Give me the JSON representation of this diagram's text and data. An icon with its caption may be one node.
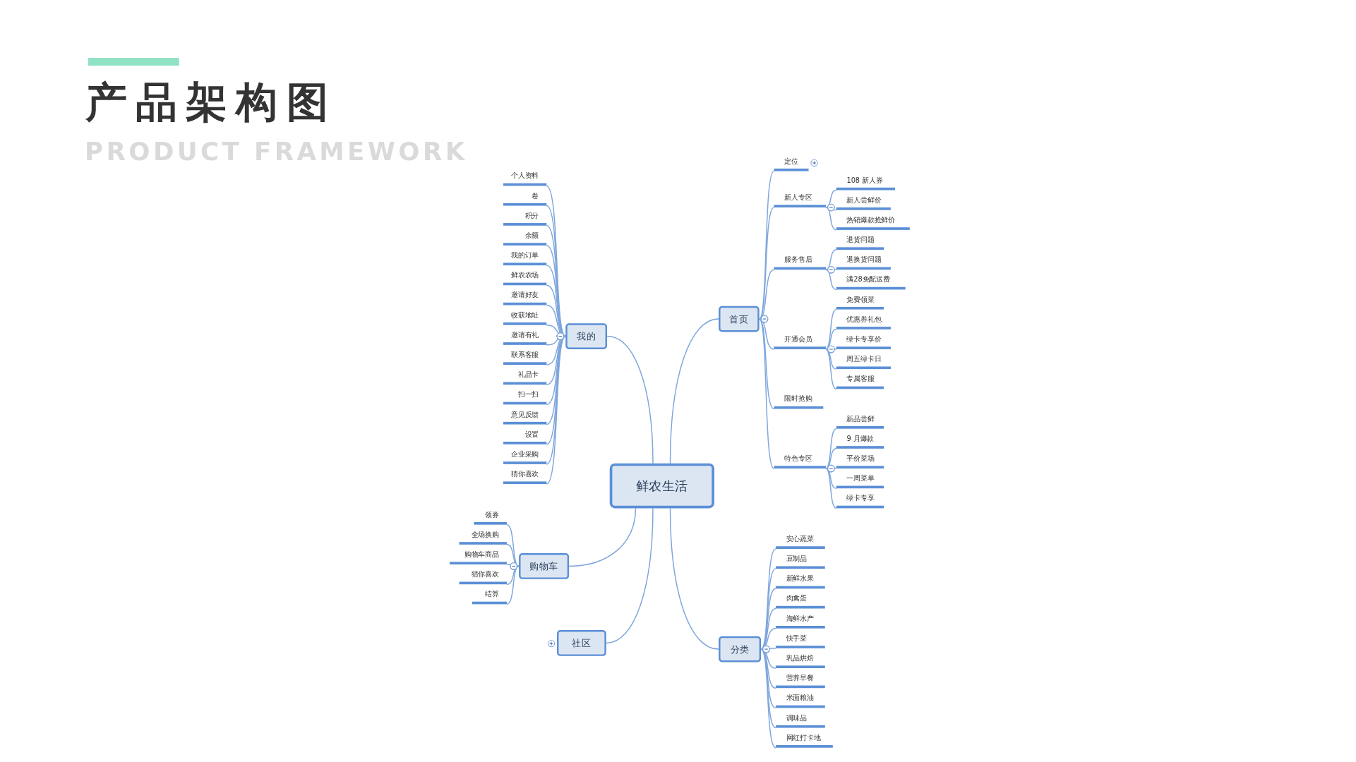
{
  "diagram": {
    "title": "产品架构图",
    "nodes": [
      {
        "text": [
          "鲜农生活"
        ]
      },
      {
        "text": [
          "我的"
        ]
      },
      {
        "text": [
          "个人资料"
        ]
      },
      {
        "text": [
          "卷"
        ]
      },
      {
        "text": [
          "积分"
        ]
      },
      {
        "text": [
          "余额"
        ]
      },
      {
        "text": [
          "我的订单"
        ]
      },
      {
        "text": [
          "鲜农农场"
        ]
      },
      {
        "text": [
          "邀请好友"
        ]
      },
      {
        "text": [
          "收获地址"
        ]
      },
      {
        "text": [
          "邀请有礼"
        ]
      },
      {
        "text": [
          "联系客服"
        ]
      },
      {
        "text": [
          "礼品卡"
        ]
      },
      {
        "text": [
          "扫一扫"
        ]
      },
      {
        "text": [
          "意见反馈"
        ]
      },
      {
        "text": [
          "设置"
        ]
      },
      {
        "text": [
          "企业采购"
        ]
      },
      {
        "text": [
          "猜你喜欢"
        ]
      },
      {
        "text": [
          "首页"
        ]
      },
      {
        "text": [
          "定位"
        ]
      },
      {
        "text": [
          "新人专区"
        ]
      },
      {
        "text": [
          "108 新人券"
        ]
      },
      {
        "text": [
          "新人尝鲜价"
        ]
      },
      {
        "text": [
          "热销爆款抢鲜价"
        ]
      },
      {
        "text": [
          "服务售后"
        ]
      },
      {
        "text": [
          "退货问题"
        ]
      },
      {
        "text": [
          "退换货问题"
        ]
      },
      {
        "text": [
          "满28免配送费"
        ]
      },
      {
        "text": [
          "开通会员"
        ]
      },
      {
        "text": [
          "免费领菜"
        ]
      },
      {
        "text": [
          "优惠券礼包"
        ]
      },
      {
        "text": [
          "绿卡专享价"
        ]
      },
      {
        "text": [
          "周五绿卡日"
        ]
      },
      {
        "text": [
          "专属客服"
        ]
      },
      {
        "text": [
          "限时抢购"
        ]
      },
      {
        "text": [
          "特色专区"
        ]
      },
      {
        "text": [
          "新品尝鲜"
        ]
      },
      {
        "text": [
          "9 月爆款"
        ]
      },
      {
        "text": [
          "平价菜场"
        ]
      },
      {
        "text": [
          "一周菜单"
        ]
      },
      {
        "text": [
          "绿卡专享"
        ]
      },
      {
        "text": [
          "分类"
        ]
      },
      {
        "text": [
          "安心蔬菜"
        ]
      },
      {
        "text": [
          "豆制品"
        ]
      },
      {
        "text": [
          "新鲜水果"
        ]
      },
      {
        "text": [
          "肉禽蛋"
        ]
      },
      {
        "text": [
          "海鲜水产"
        ]
      },
      {
        "text": [
          "快手菜"
        ]
      },
      {
        "text": [
          "乳品烘焙"
        ]
      },
      {
        "text": [
          "营养早餐"
        ]
      },
      {
        "text": [
          "米面粮油"
        ]
      },
      {
        "text": [
          "调味品"
        ]
      },
      {
        "text": [
          "网红打卡地"
        ]
      },
      {
        "text": [
          "购物车"
        ]
      },
      {
        "text": [
          "领券"
        ]
      },
      {
        "text": [
          "全场换购"
        ]
      },
      {
        "text": [
          "购物车商品"
        ]
      },
      {
        "text": [
          "猜你喜欢"
        ]
      },
      {
        "text": [
          "结算"
        ]
      },
      {
        "text": [
          "社区"
        ]
      }
    ],
    "edges": [
      {
        "from": 0,
        "to": 1,
        "arrow": "none"
      },
      {
        "from": 1,
        "to": 2,
        "arrow": "other"
      },
      {
        "from": 1,
        "to": 3,
        "arrow": "other"
      },
      {
        "from": 1,
        "to": 4,
        "arrow": "other"
      },
      {
        "from": 1,
        "to": 5,
        "arrow": "other"
      },
      {
        "from": 1,
        "to": 6,
        "arrow": "other"
      },
      {
        "from": 1,
        "to": 7,
        "arrow": "other"
      },
      {
        "from": 1,
        "to": 8,
        "arrow": "other"
      },
      {
        "from": 1,
        "to": 9,
        "arrow": "other"
      },
      {
        "from": 1,
        "to": 10,
        "arrow": "other"
      },
      {
        "from": 1,
        "to": 11,
        "arrow": "other"
      },
      {
        "from": 1,
        "to": 12,
        "arrow": "other"
      },
      {
        "from": 1,
        "to": 13,
        "arrow": "other"
      },
      {
        "from": 1,
        "to": 14,
        "arrow": "other"
      },
      {
        "from": 1,
        "to": 15,
        "arrow": "other"
      },
      {
        "from": 1,
        "to": 16,
        "arrow": "other"
      },
      {
        "from": 1,
        "to": 17,
        "arrow": "other"
      },
      {
        "from": 0,
        "to": 18,
        "arrow": "none"
      },
      {
        "from": 18,
        "to": 19,
        "arrow": "other"
      },
      {
        "from": 18,
        "to": 20,
        "arrow": "other"
      },
      {
        "from": 18,
        "to": 24,
        "arrow": "other"
      },
      {
        "from": 18,
        "to": 28,
        "arrow": "other"
      },
      {
        "from": 18,
        "to": 34,
        "arrow": "other"
      },
      {
        "from": 18,
        "to": 35,
        "arrow": "other"
      },
      {
        "from": 20,
        "to": 21,
        "arrow": "other"
      },
      {
        "from": 20,
        "to": 22,
        "arrow": "other"
      },
      {
        "from": 20,
        "to": 23,
        "arrow": "other"
      },
      {
        "from": 24,
        "to": 25,
        "arrow": "other"
      },
      {
        "from": 24,
        "to": 26,
        "arrow": "other"
      },
      {
        "from": 24,
        "to": 27,
        "arrow": "other"
      },
      {
        "from": 28,
        "to": 29,
        "arrow": "other"
      },
      {
        "from": 28,
        "to": 30,
        "arrow": "other"
      },
      {
        "from": 28,
        "to": 31,
        "arrow": "other"
      },
      {
        "from": 28,
        "to": 32,
        "arrow": "other"
      },
      {
        "from": 28,
        "to": 33,
        "arrow": "other"
      },
      {
        "from": 35,
        "to": 36,
        "arrow": "other"
      },
      {
        "from": 35,
        "to": 37,
        "arrow": "other"
      },
      {
        "from": 35,
        "to": 38,
        "arrow": "other"
      },
      {
        "from": 35,
        "to": 39,
        "arrow": "other"
      },
      {
        "from": 35,
        "to": 40,
        "arrow": "other"
      },
      {
        "from": 0,
        "to": 41,
        "arrow": "none"
      },
      {
        "from": 41,
        "to": 42,
        "arrow": "other"
      },
      {
        "from": 41,
        "to": 43,
        "arrow": "other"
      },
      {
        "from": 41,
        "to": 44,
        "arrow": "other"
      },
      {
        "from": 41,
        "to": 45,
        "arrow": "other"
      },
      {
        "from": 41,
        "to": 46,
        "arrow": "other"
      },
      {
        "from": 41,
        "to": 47,
        "arrow": "other"
      },
      {
        "from": 41,
        "to": 48,
        "arrow": "other"
      },
      {
        "from": 41,
        "to": 49,
        "arrow": "other"
      },
      {
        "from": 41,
        "to": 50,
        "arrow": "other"
      },
      {
        "from": 41,
        "to": 51,
        "arrow": "other"
      },
      {
        "from": 41,
        "to": 52,
        "arrow": "other"
      },
      {
        "from": 0,
        "to": 53,
        "arrow": "none"
      },
      {
        "from": 53,
        "to": 54,
        "arrow": "other"
      },
      {
        "from": 53,
        "to": 55,
        "arrow": "other"
      },
      {
        "from": 53,
        "to": 56,
        "arrow": "other"
      },
      {
        "from": 53,
        "to": 57,
        "arrow": "other"
      },
      {
        "from": 53,
        "to": 58,
        "arrow": "other"
      },
      {
        "from": 0,
        "to": 59,
        "arrow": "none"
      }
    ],
    "labels": [
      "PRODUCT FRAMEWORK"
    ]
  }
}
